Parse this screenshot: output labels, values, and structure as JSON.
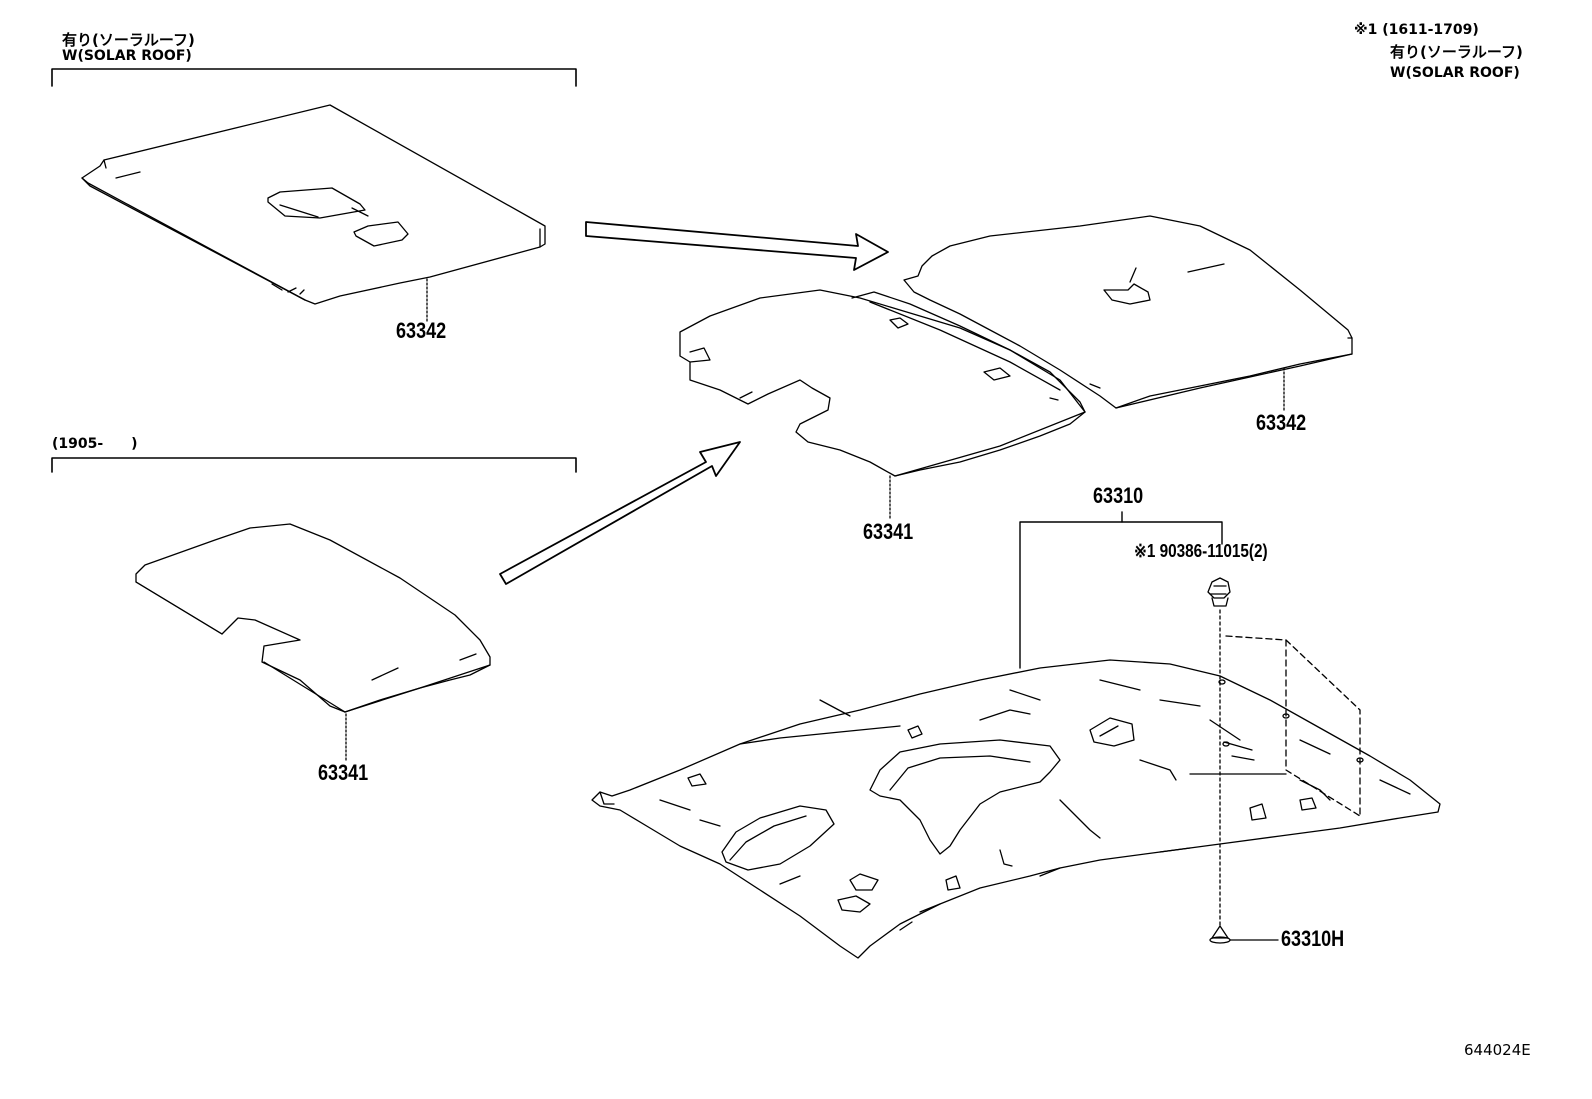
{
  "notes": {
    "top_left_jp": "有り(ソーラルーフ)",
    "top_left_en": "W(SOLAR ROOF)",
    "mid_left_date": "(1905-　　)",
    "top_right_line1": "※1 (1611-1709)",
    "top_right_line2": "有り(ソーラルーフ)",
    "top_right_line3": "W(SOLAR ROOF)"
  },
  "parts": {
    "p63342_left": "63342",
    "p63341_left": "63341",
    "p63342_right": "63342",
    "p63341_center": "63341",
    "p63310": "63310",
    "p_clip": "※1 90386-11015(2)",
    "p63310H": "63310H"
  },
  "figure_code": "644024E",
  "colors": {
    "line": "#000000",
    "background": "#ffffff"
  }
}
